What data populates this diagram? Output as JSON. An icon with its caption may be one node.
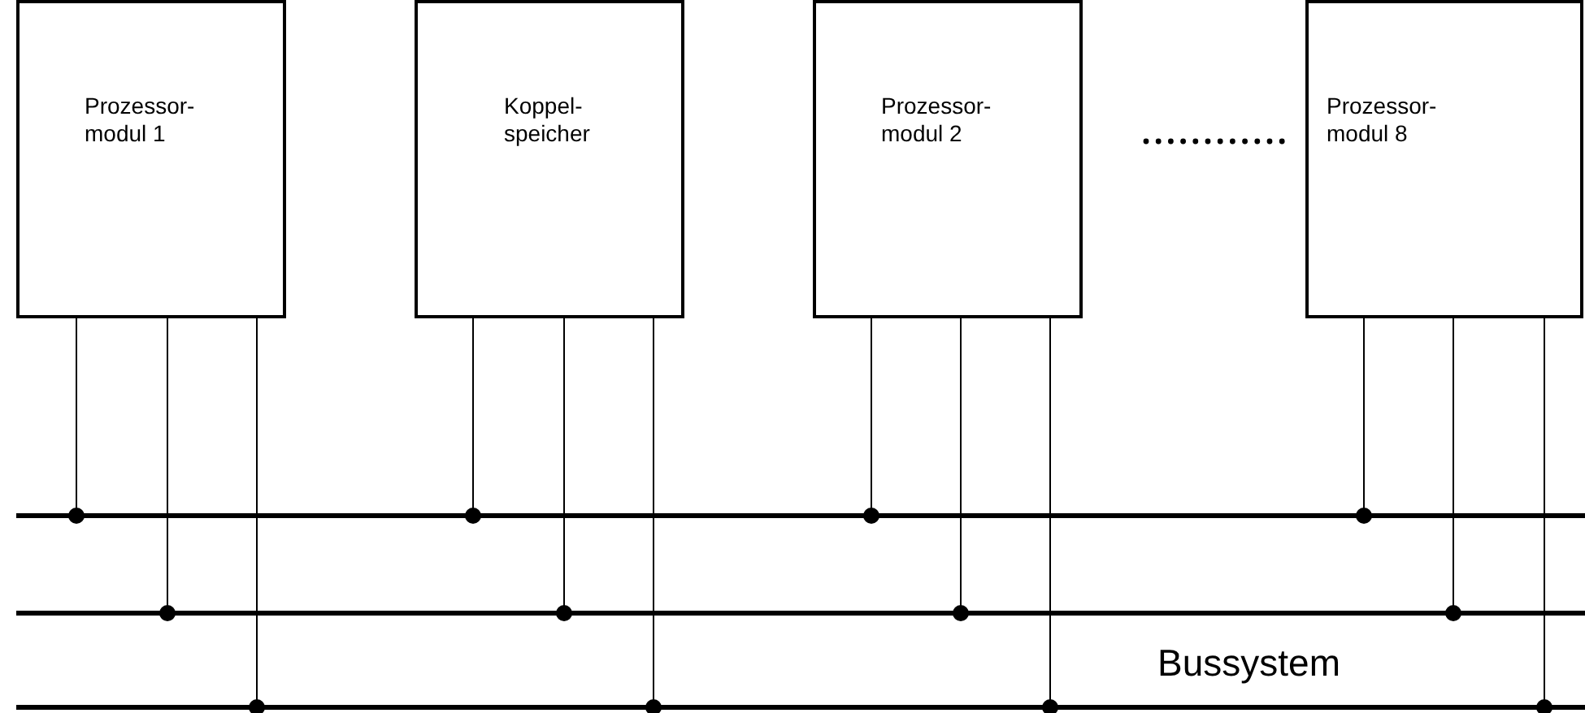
{
  "diagram": {
    "nodes": [
      {
        "text": [
          "Prozessor- modul 1"
        ]
      },
      {
        "text": [
          "Koppel- speicher"
        ]
      },
      {
        "text": [
          "Prozessor- modul 2"
        ]
      },
      {
        "text": [
          "Prozessor- modul 8"
        ]
      },
      {
        "text": [],
        "shape": "bar"
      },
      {
        "text": [],
        "shape": "bar"
      },
      {
        "text": [],
        "shape": "bar"
      }
    ],
    "edges": [
      {
        "from": 0,
        "to": 4,
        "arrow": "other"
      },
      {
        "from": 0,
        "to": 5,
        "arrow": "other"
      },
      {
        "from": 0,
        "to": 6,
        "arrow": "other"
      },
      {
        "from": 1,
        "to": 4,
        "arrow": "other"
      },
      {
        "from": 1,
        "to": 5,
        "arrow": "other"
      },
      {
        "from": 1,
        "to": 6,
        "arrow": "other"
      },
      {
        "from": 2,
        "to": 4,
        "arrow": "other"
      },
      {
        "from": 2,
        "to": 5,
        "arrow": "other"
      },
      {
        "from": 2,
        "to": 6,
        "arrow": "other"
      },
      {
        "from": 3,
        "to": 4,
        "arrow": "other"
      },
      {
        "from": 3,
        "to": 5,
        "arrow": "other"
      },
      {
        "from": 3,
        "to": 6,
        "arrow": "other"
      }
    ],
    "labels": [
      "Bussystem"
    ]
  }
}
